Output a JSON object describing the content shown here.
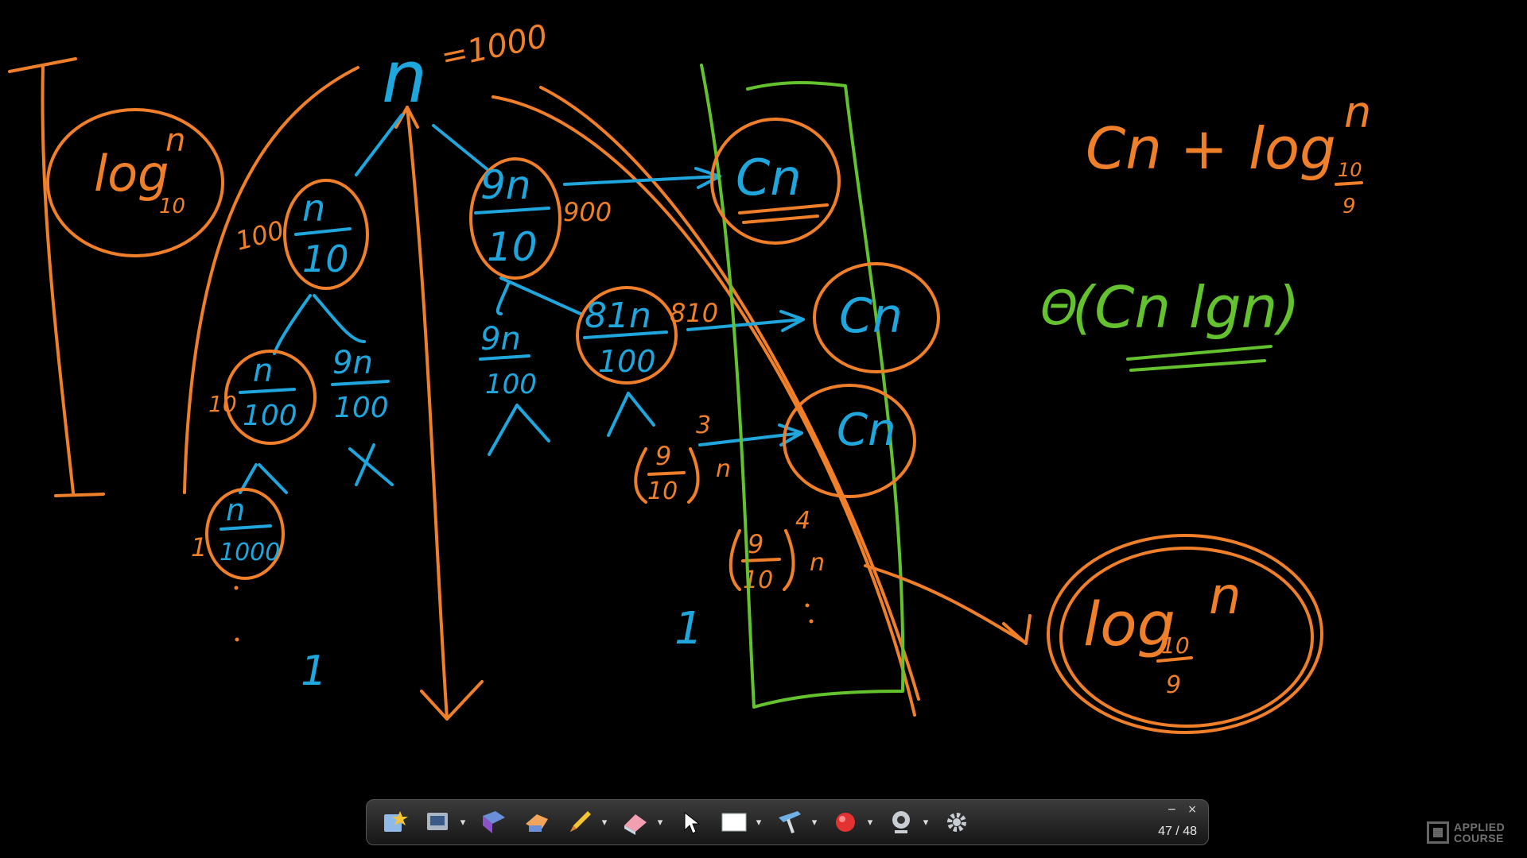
{
  "board": {
    "labels": {
      "n_equals": "=1000",
      "log_left_base": "10",
      "log_left_n": "n",
      "level1_left_mark": "100",
      "level1_right_mark": "900",
      "level2_left_mark": "10",
      "level2_right_mark": "810",
      "level3_left_mark": "1",
      "power3": "3",
      "power4": "4",
      "leaf_one_left": "1",
      "leaf_one_right": "1",
      "cn_1": "Cn",
      "cn_2": "Cn",
      "cn_3": "Cn",
      "formula_cn": "Cn +",
      "formula_log": "log",
      "formula_n": "n",
      "formula_base_num": "10",
      "formula_base_den": "9",
      "theta": "Θ",
      "theta_body": "(Cn lgn)",
      "log_circle": "log",
      "log_circle_n": "n",
      "log_circle_num": "10",
      "log_circle_den": "9"
    },
    "nodes": {
      "root": "n",
      "n10_num": "n",
      "n10_den": "10",
      "n9_num": "9n",
      "n9_den": "10",
      "n100_num": "n",
      "n100_den": "100",
      "n9_100_num": "9n",
      "n9_100_den": "100",
      "n9_100b_num": "9n",
      "n9_100b_den": "100",
      "n81_num": "81n",
      "n81_den": "100",
      "n1000_num": "n",
      "n1000_den": "1000",
      "frac3_num": "9",
      "frac3_den": "10",
      "frac3_n": "n",
      "frac4_num": "9",
      "frac4_den": "10",
      "frac4_n": "n"
    },
    "colors": {
      "orange": "#f07f2a",
      "blue": "#1fa6dc",
      "green": "#63c22e"
    }
  },
  "toolbar": {
    "tools": [
      "star-notes-icon",
      "screen-capture-icon",
      "book-icon",
      "hand-icon",
      "pen-icon",
      "eraser-icon",
      "pointer-icon",
      "whiteboard-icon",
      "highlighter-icon",
      "record-icon",
      "webcam-icon",
      "settings-icon"
    ],
    "minimize": "−",
    "close": "×",
    "page_counter": "47 / 48"
  },
  "logo": {
    "text_line1": "APPLIED",
    "text_line2": "COURSE"
  }
}
